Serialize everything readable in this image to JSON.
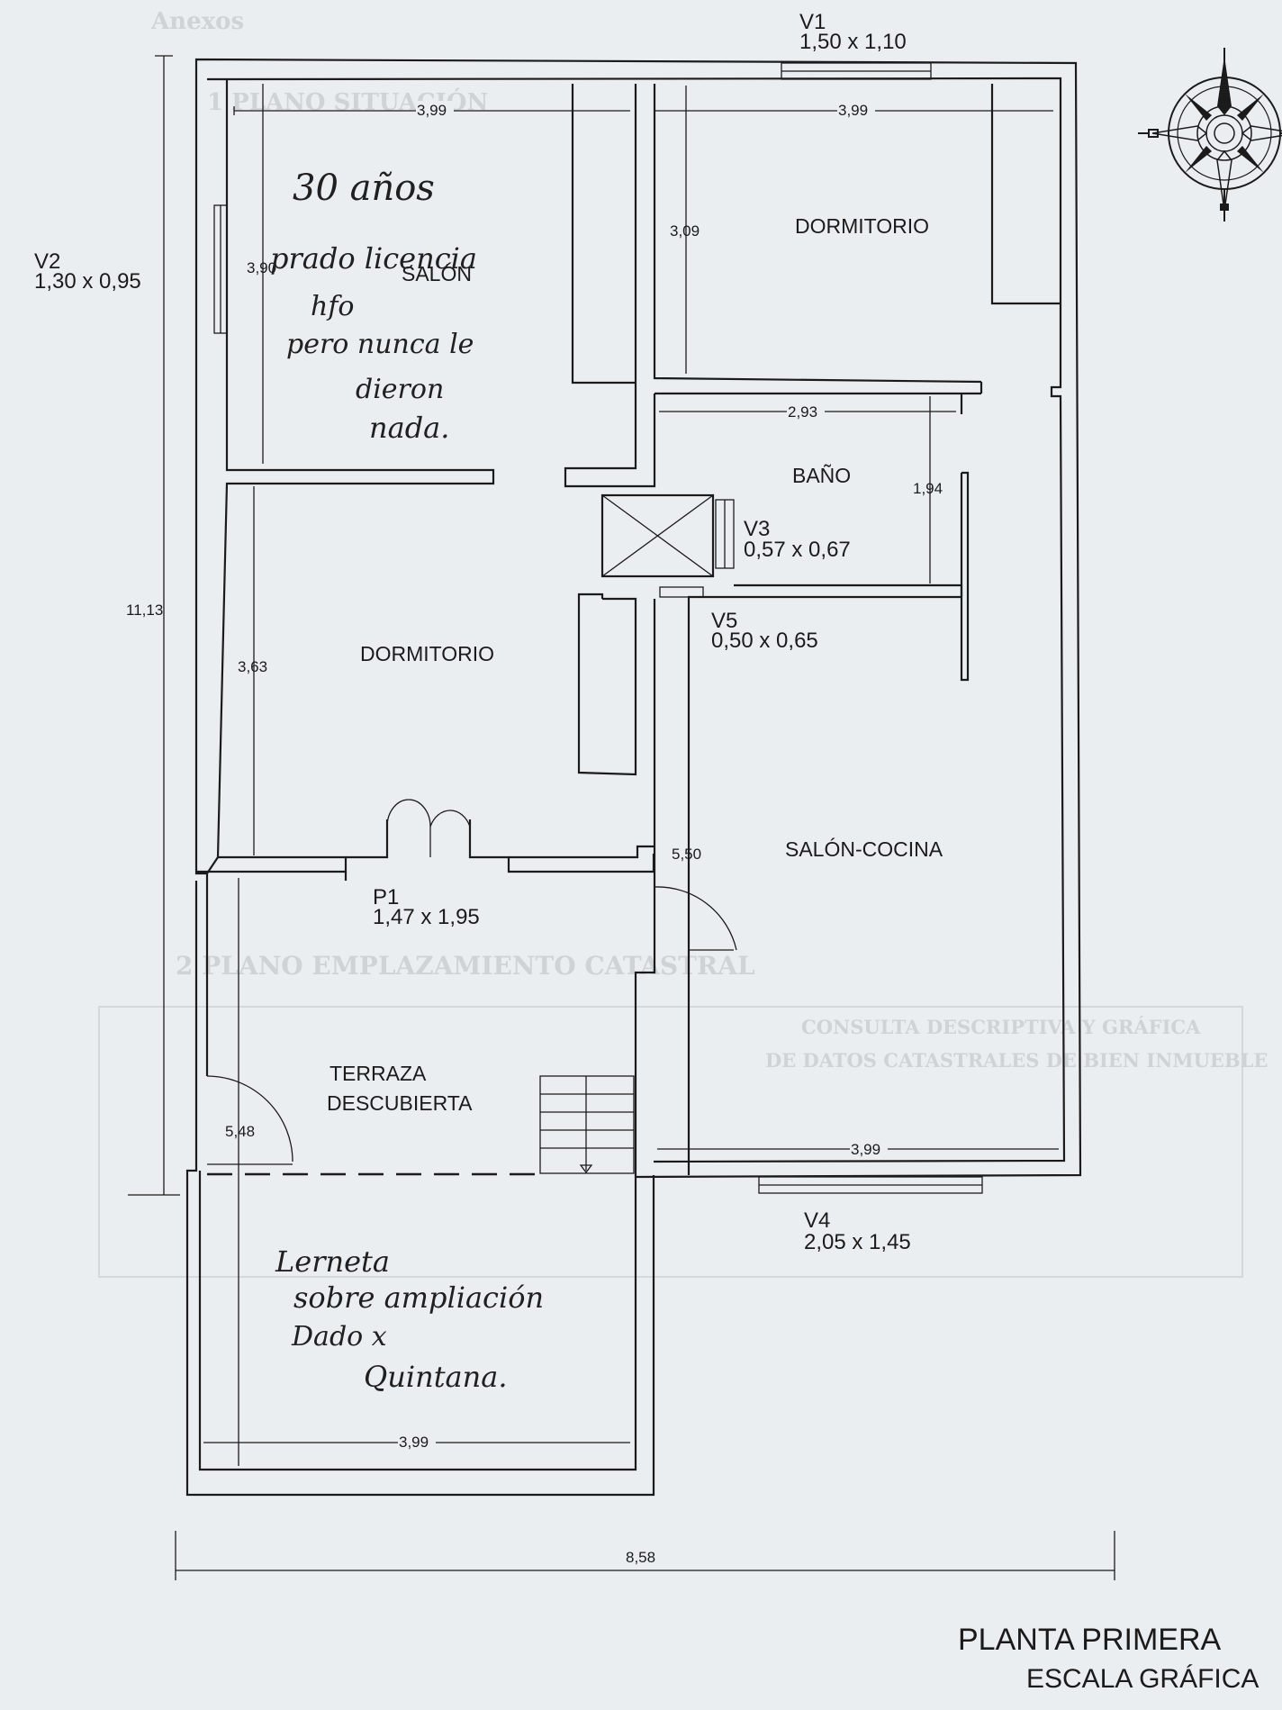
{
  "faint_background": {
    "header": "Anexos",
    "section_1": "1 PLANO SITUACIÓN",
    "section_2": "2 PLANO EMPLAZAMIENTO CATASTRAL",
    "box_title_1": "CONSULTA DESCRIPTIVA Y GRÁFICA",
    "box_title_2": "DE DATOS CATASTRALES DE BIEN INMUEBLE"
  },
  "rooms": {
    "salon": "SALÓN",
    "dormitorio_top": "DORMITORIO",
    "bano": "BAÑO",
    "dormitorio_left": "DORMITORIO",
    "salon_cocina": "SALÓN-COCINA",
    "terraza_line1": "TERRAZA",
    "terraza_line2": "DESCUBIERTA"
  },
  "openings": {
    "v1_name": "V1",
    "v1_size": "1,50 x 1,10",
    "v2_name": "V2",
    "v2_size": "1,30 x 0,95",
    "v3_name": "V3",
    "v3_size": "0,57 x 0,67",
    "v4_name": "V4",
    "v4_size": "2,05 x 1,45",
    "v5_name": "V5",
    "v5_size": "0,50 x 0,65",
    "p1_name": "P1",
    "p1_size": "1,47 x 1,95"
  },
  "dimensions": {
    "salon_width": "3,99",
    "dorm_top_width": "3,99",
    "salon_height": "3,90",
    "dorm_top_height": "3,09",
    "bano_width": "2,93",
    "bano_height": "1,94",
    "overall_height": "11,13",
    "dorm_left_height": "3,63",
    "cocina_height": "5,50",
    "terraza_height": "5,48",
    "cocina_width": "3,99",
    "terraza_width": "3,99",
    "overall_width": "8,58"
  },
  "handwritten": {
    "note1": [
      "30 años",
      "prado licencia",
      "hfo",
      "pero nunca le",
      "dieron",
      "nada."
    ],
    "note2": [
      "Lerneta",
      "sobre ampliación",
      "Dado x",
      "Quintana."
    ]
  },
  "footer": {
    "title": "PLANTA PRIMERA",
    "subtitle": "ESCALA GRÁFICA"
  },
  "colors": {
    "paper": "#ebeef1",
    "ink": "#1b1b1b",
    "faint": "#cfd3d6"
  },
  "icons": [
    "compass-rose-icon"
  ]
}
